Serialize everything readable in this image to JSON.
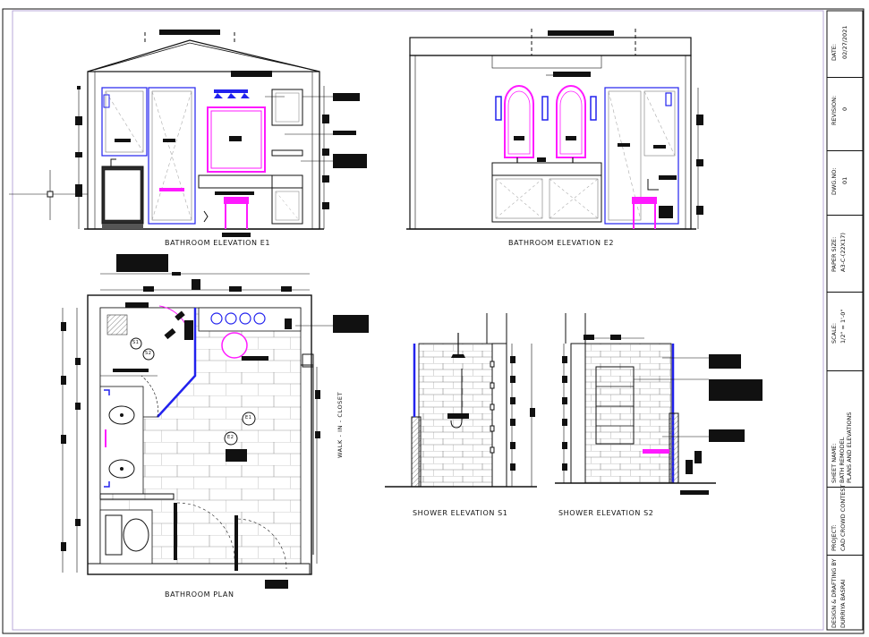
{
  "views": {
    "elevation_e1": "BATHROOM ELEVATION E1",
    "elevation_e2": "BATHROOM ELEVATION E2",
    "plan": "BATHROOM PLAN",
    "shower_s1": "SHOWER ELEVATION S1",
    "shower_s2": "SHOWER ELEVATION S2"
  },
  "plan_notes": {
    "closet": "WALK - IN - CLOSET",
    "tag_s1": "S1",
    "tag_s2": "S2",
    "tag_e1": "E1",
    "tag_e2": "E2"
  },
  "title_block": {
    "design_label": "DESIGN & DRAFTING BY",
    "design_value": "DURRIYA BASRAI",
    "project_label": "PROJECT:",
    "project_value": "CAD CROWD CONTEST",
    "sheet_label": "SHEET NAME:",
    "sheet_value_1": "BATH REMODEL",
    "sheet_value_2": "PLANS AND ELEVATIONS",
    "scale_label": "SCALE:",
    "scale_value": "1/2\" = 1'-0\"",
    "paper_label": "PAPER SIZE:",
    "paper_value": "A3-C-(22X17)",
    "dwg_label": "DWG.NO:",
    "dwg_value": "01",
    "revision_label": "REVISION:",
    "revision_value": "0",
    "date_label": "DATE:",
    "date_value": "02/27/2021"
  },
  "colors": {
    "line": "#111111",
    "accent_magenta": "#ff1aff",
    "accent_blue": "#2222ee",
    "redacted": "#111111"
  }
}
